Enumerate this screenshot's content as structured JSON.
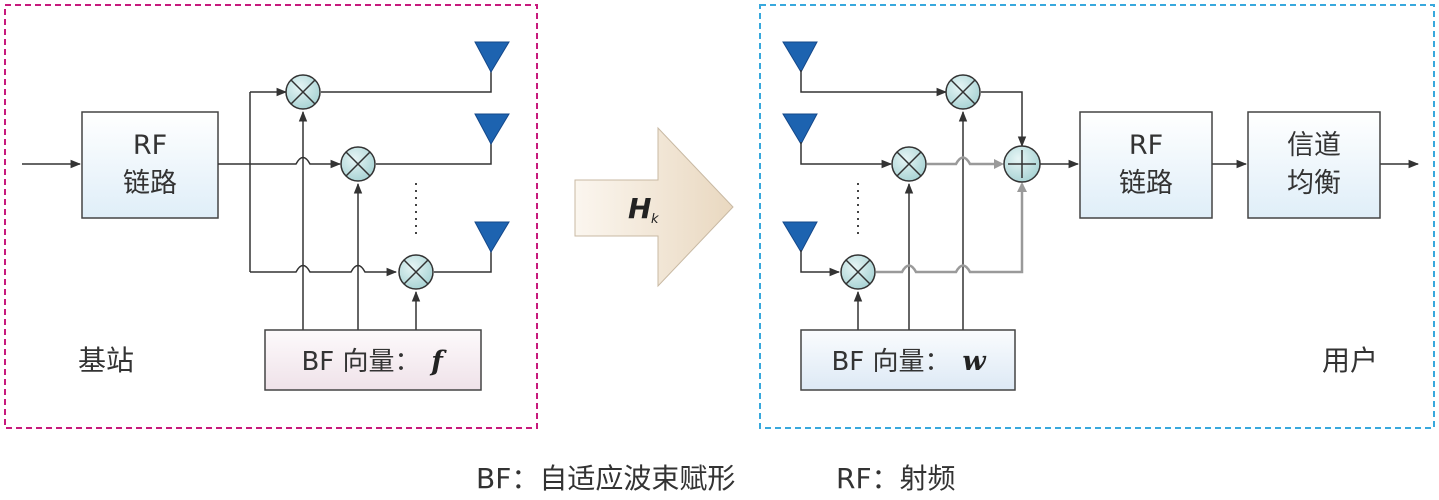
{
  "base_station": {
    "rf_line1": "RF",
    "rf_line2": "链路",
    "bf_vector_label": "BF 向量：",
    "bf_vector_symbol": "f",
    "station_label": "基站"
  },
  "channel": {
    "symbol": "H",
    "subscript": "k"
  },
  "user": {
    "rf_line1": "RF",
    "rf_line2": "链路",
    "eq_line1": "信道",
    "eq_line2": "均衡",
    "bf_vector_label": "BF 向量：",
    "bf_vector_symbol": "w",
    "user_label": "用户"
  },
  "legend": {
    "bf_abbrev": "BF：自适应波束赋形",
    "rf_abbrev": "RF：射频"
  },
  "colors": {
    "base_frame": "#c8197c",
    "user_frame": "#38a8dd",
    "rf_box_fill": "#eaf3fa",
    "bf_box_fill_base": "#f6eef2",
    "bf_box_fill_user": "#ebf3fb",
    "mixer_fill": "#b9dede",
    "antenna": "#1d63b0",
    "arrow_fill": "#f3e7d6"
  }
}
